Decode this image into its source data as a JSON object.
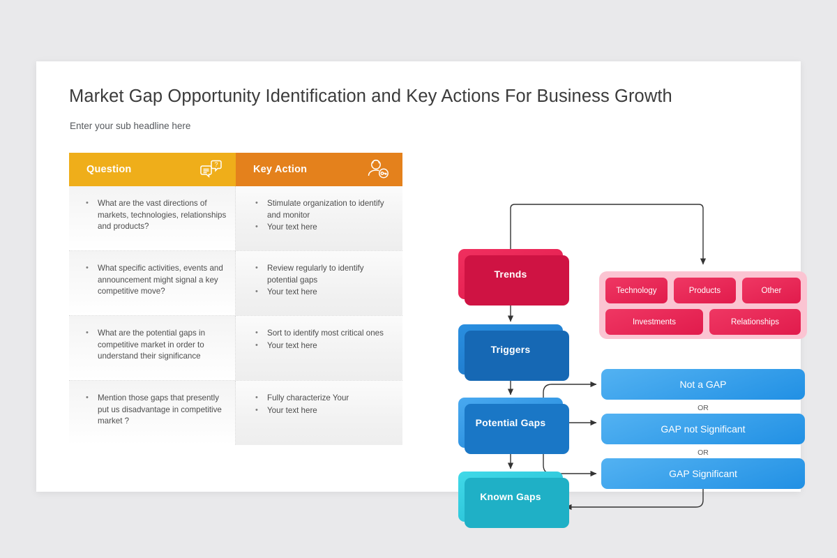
{
  "slide": {
    "title": "Market Gap Opportunity Identification and Key Actions For Business Growth",
    "subtitle": "Enter your sub headline here"
  },
  "table": {
    "headers": [
      {
        "label": "Question",
        "icon": "question-chat-icon",
        "color": "#efae1a"
      },
      {
        "label": "Key Action",
        "icon": "person-key-icon",
        "color": "#e4811c"
      }
    ],
    "rows": [
      {
        "question": [
          "What are the vast directions of markets, technologies, relationships and products?"
        ],
        "key_action": [
          "Stimulate organization to identify and monitor",
          "Your text here"
        ]
      },
      {
        "question": [
          "What specific activities, events and announcement might signal a key competitive move?"
        ],
        "key_action": [
          "Review regularly to identify potential gaps",
          "Your text here"
        ]
      },
      {
        "question": [
          "What are the potential gaps in competitive market in order to understand their significance"
        ],
        "key_action": [
          "Sort to identify most critical ones",
          "Your text here"
        ]
      },
      {
        "question": [
          "Mention those gaps that presently put us disadvantage in competitive market ?"
        ],
        "key_action": [
          "Fully characterize Your",
          "Your text here"
        ]
      }
    ]
  },
  "flow": {
    "nodes": [
      {
        "label": "Trends",
        "color": "#ec1f4f"
      },
      {
        "label": "Triggers",
        "color": "#1f7fd0"
      },
      {
        "label": "Potential Gaps",
        "color": "#2a93e2"
      },
      {
        "label": "Known Gaps",
        "color": "#2ecadd"
      }
    ],
    "tag_panel": {
      "panel_color": "#fbc4d2",
      "tag_color": "#e72453",
      "row1": [
        "Technology",
        "Products",
        "Other"
      ],
      "row2": [
        "Investments",
        "Relationships"
      ]
    },
    "gap_results": [
      "Not a GAP",
      "GAP not Significant",
      "GAP Significant"
    ],
    "or_labels": [
      "OR",
      "OR"
    ]
  }
}
